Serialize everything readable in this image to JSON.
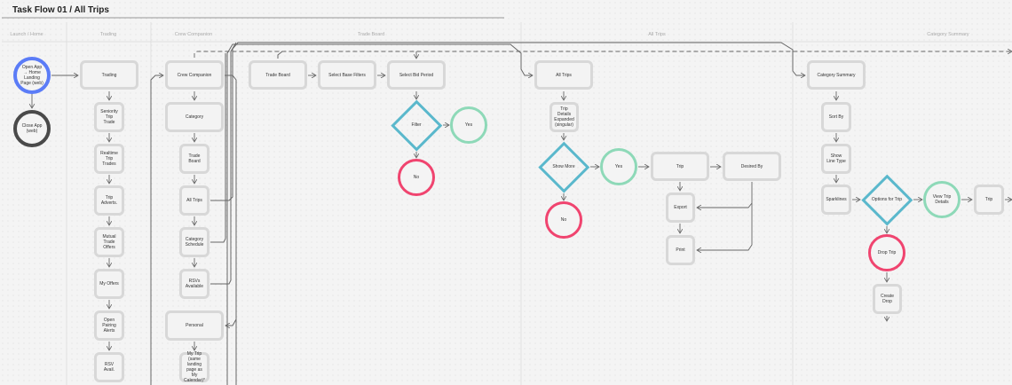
{
  "title": "Task Flow 01 / All Trips",
  "lanes": [
    "Launch / Home",
    "Trading",
    "Crew Companion",
    "Trade Board",
    "All Trips",
    "Category Summary"
  ],
  "colors": {
    "start": "#5b7cf7",
    "end": "#4a4a4a",
    "decision": "#5ab8cc",
    "yes": "#8ed9b8",
    "no": "#f0446f",
    "box": "#d8d8d8",
    "wire": "#666666"
  },
  "nodes": {
    "open_app": {
      "label": "Open App → Home Landing Page (web)",
      "shape": "circle",
      "kind": "start"
    },
    "close_app": {
      "label": "Close App (web)",
      "shape": "circle",
      "kind": "end"
    },
    "trading": {
      "label": "Trading",
      "shape": "rect"
    },
    "seniority": {
      "label": "Seniority Trip Trade",
      "shape": "rect"
    },
    "realtime": {
      "label": "Realtime Trip Trades",
      "shape": "rect"
    },
    "trip_adverts": {
      "label": "Trip Adverts.",
      "shape": "rect"
    },
    "mutual": {
      "label": "Mutual Trade Offers",
      "shape": "rect"
    },
    "my_offers": {
      "label": "My Offers",
      "shape": "rect"
    },
    "open_pairing": {
      "label": "Open Pairing Alerts",
      "shape": "rect"
    },
    "rsv_avail": {
      "label": "RSV Avail.",
      "shape": "rect"
    },
    "crew_companion": {
      "label": "Crew Companion",
      "shape": "rect"
    },
    "category": {
      "label": "Category",
      "shape": "rect"
    },
    "cc_trade_board": {
      "label": "Trade Board",
      "shape": "rect"
    },
    "cc_all_trips": {
      "label": "All Trips",
      "shape": "rect"
    },
    "category_schedule": {
      "label": "Category Schedule",
      "shape": "rect"
    },
    "rsvs_available": {
      "label": "RSVs Available",
      "shape": "rect"
    },
    "personal": {
      "label": "Personal",
      "shape": "rect"
    },
    "my_trip": {
      "label": "My Trip (same landing page as My Calendar)*",
      "shape": "rect"
    },
    "trade_board": {
      "label": "Trade Board",
      "shape": "rect"
    },
    "select_base_filters": {
      "label": "Select Base Filters",
      "shape": "rect"
    },
    "select_bid_period": {
      "label": "Select Bid Period",
      "shape": "rect"
    },
    "filter": {
      "label": "Filter",
      "shape": "diamond"
    },
    "filter_yes": {
      "label": "Yes",
      "shape": "circle",
      "kind": "yes"
    },
    "filter_no": {
      "label": "No",
      "shape": "circle",
      "kind": "no"
    },
    "all_trips": {
      "label": "All Trips",
      "shape": "rect"
    },
    "trip_details_expanded": {
      "label": "Trip Details Expanded (singular)",
      "shape": "rect"
    },
    "show_more": {
      "label": "Show More",
      "shape": "diamond"
    },
    "show_more_yes": {
      "label": "Yes",
      "shape": "circle",
      "kind": "yes"
    },
    "show_more_no": {
      "label": "No",
      "shape": "circle",
      "kind": "no"
    },
    "at_trip": {
      "label": "Trip",
      "shape": "rect"
    },
    "desired_by": {
      "label": "Desired By",
      "shape": "rect"
    },
    "export": {
      "label": "Export",
      "shape": "rect"
    },
    "print": {
      "label": "Print",
      "shape": "rect"
    },
    "category_summary": {
      "label": "Category Summary",
      "shape": "rect"
    },
    "sort_by": {
      "label": "Sort By",
      "shape": "rect"
    },
    "show_line_type": {
      "label": "Show Line Type",
      "shape": "rect"
    },
    "sparklines": {
      "label": "Sparklines",
      "shape": "rect"
    },
    "options_for_trip": {
      "label": "Options for Trip",
      "shape": "diamond"
    },
    "view_trip_details": {
      "label": "View Trip Details",
      "shape": "circle",
      "kind": "yes"
    },
    "cs_trip": {
      "label": "Trip",
      "shape": "rect"
    },
    "drop_trip": {
      "label": "Drop Trip",
      "shape": "circle",
      "kind": "no"
    },
    "create_drop": {
      "label": "Create Drop",
      "shape": "rect"
    }
  }
}
